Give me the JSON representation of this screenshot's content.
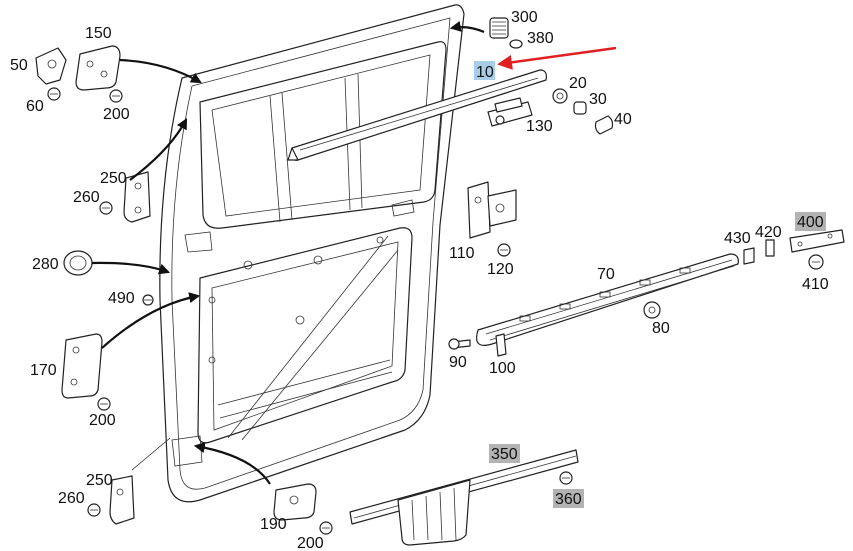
{
  "labels": {
    "l300": "300",
    "l380": "380",
    "l10": "10",
    "l150": "150",
    "l50": "50",
    "l60": "60",
    "l200a": "200",
    "l20": "20",
    "l30": "30",
    "l40": "40",
    "l130": "130",
    "l250a": "250",
    "l260a": "260",
    "l110": "110",
    "l120": "120",
    "l430": "430",
    "l420": "420",
    "l400": "400",
    "l410": "410",
    "l70": "70",
    "l280": "280",
    "l490": "490",
    "l80": "80",
    "l90": "90",
    "l100": "100",
    "l170": "170",
    "l200b": "200",
    "l350": "350",
    "l250b": "250",
    "l260b": "260",
    "l360": "360",
    "l190": "190",
    "l200c": "200"
  },
  "colors": {
    "highlight_selected": "#a8cde8",
    "highlight_gray": "#b3b3b3",
    "pointer_arrow": "#e02020",
    "line": "#222222"
  }
}
